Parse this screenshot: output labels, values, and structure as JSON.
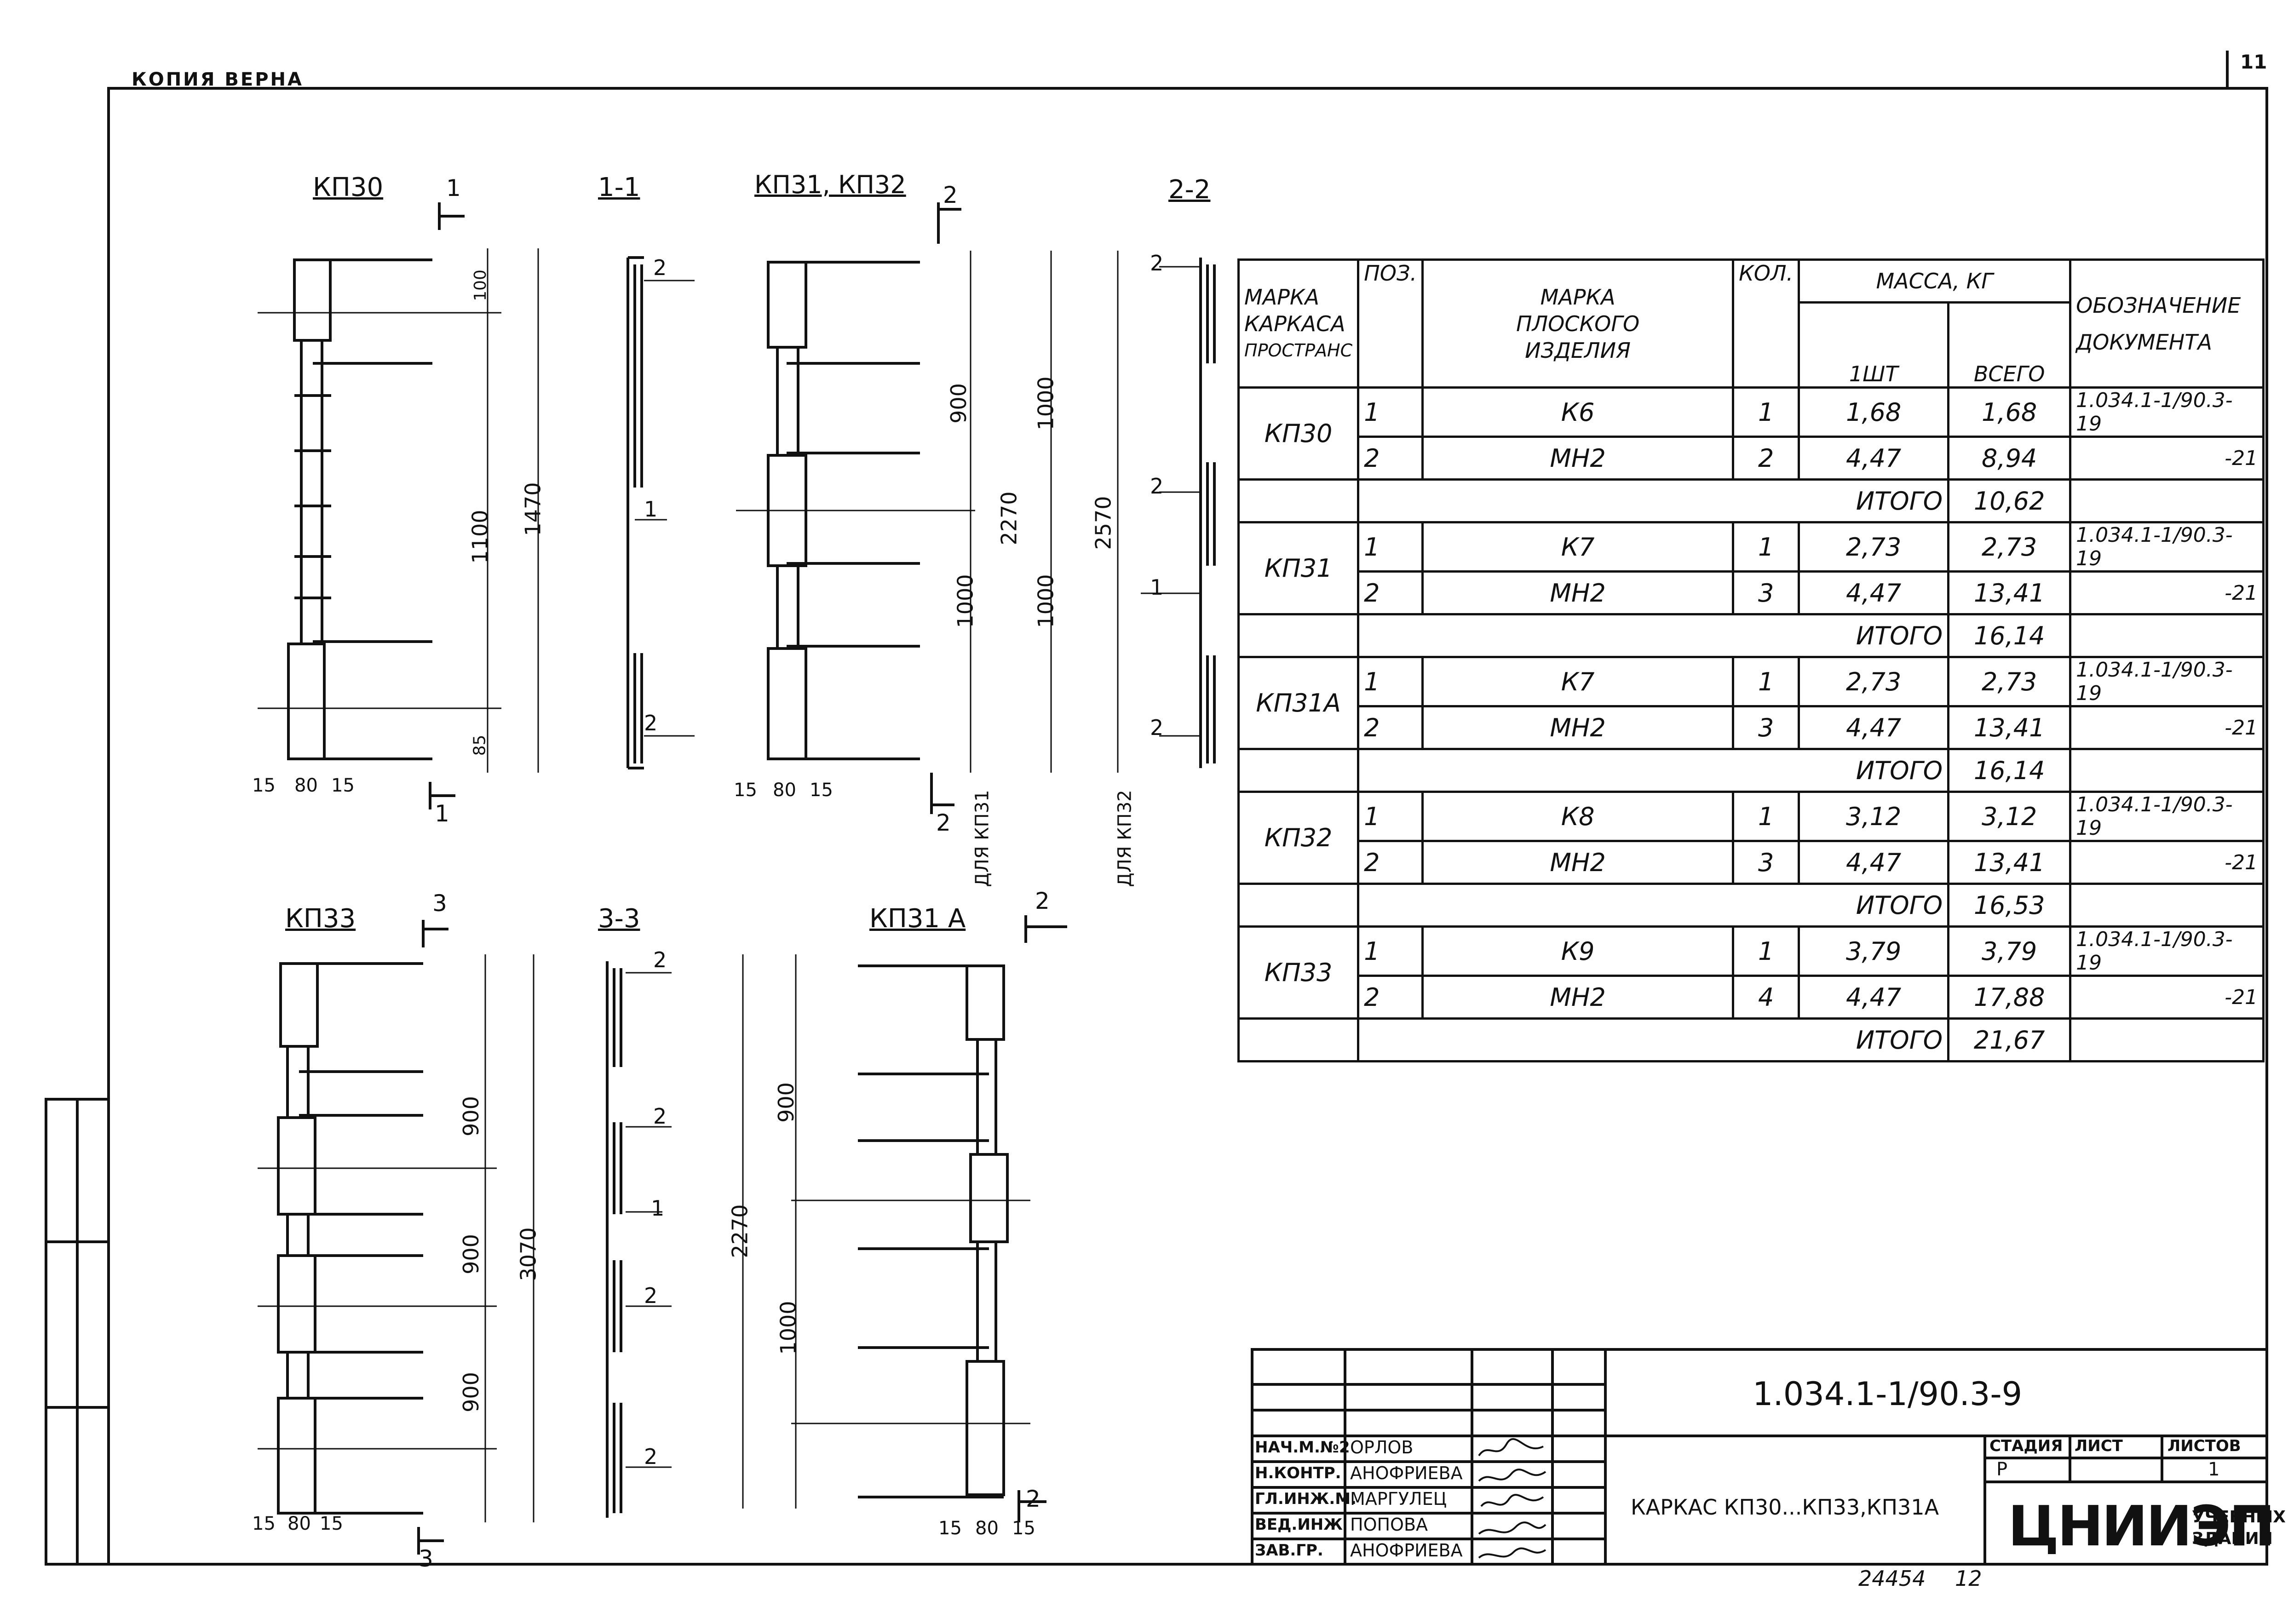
{
  "header": {
    "copy_note": "КОПИЯ ВЕРНА",
    "page_number": "11"
  },
  "drawing_labels": {
    "kp30": "КП30",
    "sec11": "1-1",
    "kp3132": "КП31, КП32",
    "sec22": "2-2",
    "kp33": "КП33",
    "sec33": "3-3",
    "kp31a": "КП31 А",
    "cut1": "1",
    "cut2": "2",
    "cut3": "3",
    "dims": {
      "d100": "100",
      "d85": "85",
      "d1100": "1100",
      "d1470": "1470",
      "d900": "900",
      "d1000": "1000",
      "d2270": "2270",
      "d2570": "2570",
      "d3070": "3070",
      "d15": "15",
      "d80": "80",
      "for_kp31": "ДЛЯ КП31",
      "for_kp32": "ДЛЯ КП32"
    },
    "positions": {
      "p1": "1",
      "p2": "2"
    }
  },
  "table": {
    "headers": {
      "frame_mark": [
        "МАРКА",
        "КАРКАСА",
        "ПРОСТРАНС"
      ],
      "pos": "ПОЗ.",
      "flat_mark": [
        "МАРКА",
        "ПЛОСКОГО",
        "ИЗДЕЛИЯ"
      ],
      "qty": "КОЛ.",
      "mass": "МАССА, КГ",
      "mass_each": "1ШТ",
      "mass_total": "ВСЕГО",
      "doc": [
        "ОБОЗНАЧЕНИЕ",
        "ДОКУМЕНТА"
      ]
    },
    "groups": [
      {
        "frame": "КП30",
        "rows": [
          {
            "pos": "1",
            "mark": "К6",
            "qty": "1",
            "each": "1,68",
            "total": "1,68",
            "doc": "1.034.1-1/90.3-19"
          },
          {
            "pos": "2",
            "mark": "МН2",
            "qty": "2",
            "each": "4,47",
            "total": "8,94",
            "doc": "-21"
          }
        ],
        "total_label": "ИТОГО",
        "total": "10,62"
      },
      {
        "frame": "КП31",
        "rows": [
          {
            "pos": "1",
            "mark": "К7",
            "qty": "1",
            "each": "2,73",
            "total": "2,73",
            "doc": "1.034.1-1/90.3-19"
          },
          {
            "pos": "2",
            "mark": "МН2",
            "qty": "3",
            "each": "4,47",
            "total": "13,41",
            "doc": "-21"
          }
        ],
        "total_label": "ИТОГО",
        "total": "16,14"
      },
      {
        "frame": "КП31А",
        "rows": [
          {
            "pos": "1",
            "mark": "К7",
            "qty": "1",
            "each": "2,73",
            "total": "2,73",
            "doc": "1.034.1-1/90.3-19"
          },
          {
            "pos": "2",
            "mark": "МН2",
            "qty": "3",
            "each": "4,47",
            "total": "13,41",
            "doc": "-21"
          }
        ],
        "total_label": "ИТОГО",
        "total": "16,14"
      },
      {
        "frame": "КП32",
        "rows": [
          {
            "pos": "1",
            "mark": "К8",
            "qty": "1",
            "each": "3,12",
            "total": "3,12",
            "doc": "1.034.1-1/90.3-19"
          },
          {
            "pos": "2",
            "mark": "МН2",
            "qty": "3",
            "each": "4,47",
            "total": "13,41",
            "doc": "-21"
          }
        ],
        "total_label": "ИТОГО",
        "total": "16,53"
      },
      {
        "frame": "КП33",
        "rows": [
          {
            "pos": "1",
            "mark": "К9",
            "qty": "1",
            "each": "3,79",
            "total": "3,79",
            "doc": "1.034.1-1/90.3-19"
          },
          {
            "pos": "2",
            "mark": "МН2",
            "qty": "4",
            "each": "4,47",
            "total": "17,88",
            "doc": "-21"
          }
        ],
        "total_label": "ИТОГО",
        "total": "21,67"
      }
    ]
  },
  "title_block": {
    "doc_code": "1.034.1-1/90.3-9",
    "title": "КАРКАС КП30...КП33,КП31А",
    "stage_label": "СТАДИЯ",
    "sheet_label": "ЛИСТ",
    "sheets_label": "ЛИСТОВ",
    "stage": "Р",
    "sheet": "",
    "sheets": "1",
    "org": "ЦНИИЭП",
    "org_sub": [
      "УЧЕБНЫХ",
      "ЗДАНИЙ"
    ],
    "signers": [
      {
        "role": "НАЧ.М.№2",
        "name": "ОРЛОВ"
      },
      {
        "role": "Н.КОНТР.",
        "name": "АНОФРИЕВА"
      },
      {
        "role": "ГЛ.ИНЖ.М.",
        "name": "МАРГУЛЕЦ"
      },
      {
        "role": "ВЕД.ИНЖ",
        "name": "ПОПОВА"
      },
      {
        "role": "ЗАВ.ГР.",
        "name": "АНОФРИЕВА"
      }
    ]
  },
  "footer": {
    "inventory": "24454",
    "copy_no": "12"
  }
}
